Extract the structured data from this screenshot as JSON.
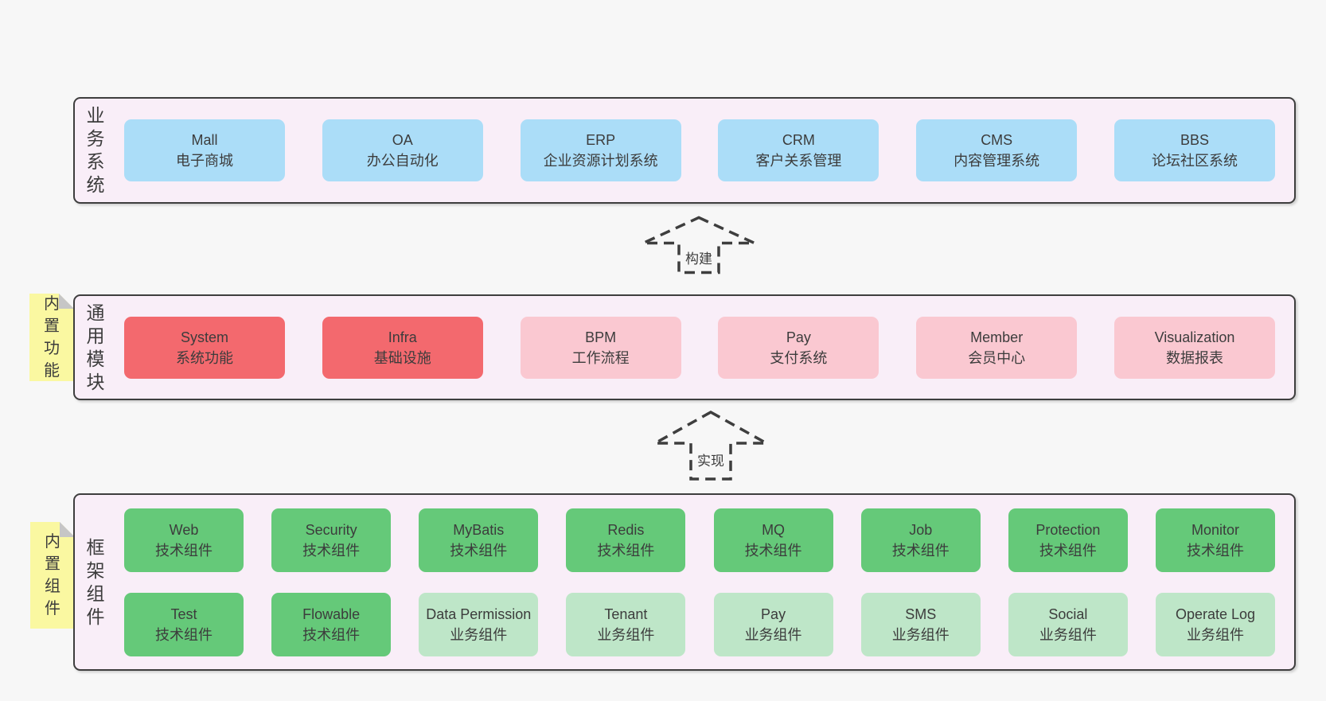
{
  "colors": {
    "pageBg": "#f7f7f7",
    "bandBg": "#f9eef8",
    "border": "#3e3e3e",
    "text": "#3c3c3c",
    "blue": "#abddf8",
    "red": "#f3696e",
    "pink": "#fac8d1",
    "green": "#65c979",
    "lightgreen": "#bee6c8",
    "yellow": "#faf8a1",
    "fold": "#c6c6c6"
  },
  "arrows": [
    {
      "id": "build",
      "label": "构建"
    },
    {
      "id": "implement",
      "label": "实现"
    }
  ],
  "bands": [
    {
      "id": "business-systems",
      "label": "业务系统",
      "sticky": null,
      "rows": [
        [
          {
            "name": "Mall",
            "desc": "电子商城",
            "color": "blue"
          },
          {
            "name": "OA",
            "desc": "办公自动化",
            "color": "blue"
          },
          {
            "name": "ERP",
            "desc": "企业资源计划系统",
            "color": "blue"
          },
          {
            "name": "CRM",
            "desc": "客户关系管理",
            "color": "blue"
          },
          {
            "name": "CMS",
            "desc": "内容管理系统",
            "color": "blue"
          },
          {
            "name": "BBS",
            "desc": "论坛社区系统",
            "color": "blue"
          }
        ]
      ]
    },
    {
      "id": "common-modules",
      "label": "通用模块",
      "sticky": "内置功能",
      "rows": [
        [
          {
            "name": "System",
            "desc": "系统功能",
            "color": "red"
          },
          {
            "name": "Infra",
            "desc": "基础设施",
            "color": "red"
          },
          {
            "name": "BPM",
            "desc": "工作流程",
            "color": "pink"
          },
          {
            "name": "Pay",
            "desc": "支付系统",
            "color": "pink"
          },
          {
            "name": "Member",
            "desc": "会员中心",
            "color": "pink"
          },
          {
            "name": "Visualization",
            "desc": "数据报表",
            "color": "pink"
          }
        ]
      ]
    },
    {
      "id": "framework-components",
      "label": "框架组件",
      "sticky": "内置组件",
      "rows": [
        [
          {
            "name": "Web",
            "desc": "技术组件",
            "color": "green"
          },
          {
            "name": "Security",
            "desc": "技术组件",
            "color": "green"
          },
          {
            "name": "MyBatis",
            "desc": "技术组件",
            "color": "green"
          },
          {
            "name": "Redis",
            "desc": "技术组件",
            "color": "green"
          },
          {
            "name": "MQ",
            "desc": "技术组件",
            "color": "green"
          },
          {
            "name": "Job",
            "desc": "技术组件",
            "color": "green"
          },
          {
            "name": "Protection",
            "desc": "技术组件",
            "color": "green"
          },
          {
            "name": "Monitor",
            "desc": "技术组件",
            "color": "green"
          }
        ],
        [
          {
            "name": "Test",
            "desc": "技术组件",
            "color": "green"
          },
          {
            "name": "Flowable",
            "desc": "技术组件",
            "color": "green"
          },
          {
            "name": "Data Permission",
            "desc": "业务组件",
            "color": "lightgreen"
          },
          {
            "name": "Tenant",
            "desc": "业务组件",
            "color": "lightgreen"
          },
          {
            "name": "Pay",
            "desc": "业务组件",
            "color": "lightgreen"
          },
          {
            "name": "SMS",
            "desc": "业务组件",
            "color": "lightgreen"
          },
          {
            "name": "Social",
            "desc": "业务组件",
            "color": "lightgreen"
          },
          {
            "name": "Operate Log",
            "desc": "业务组件",
            "color": "lightgreen"
          }
        ]
      ]
    }
  ]
}
